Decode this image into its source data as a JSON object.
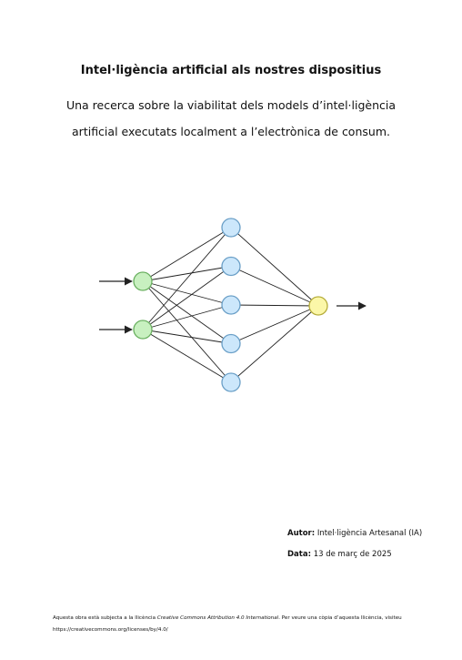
{
  "document": {
    "title": "Intel·ligència artificial als nostres dispositius",
    "subtitle_lines": [
      "Una recerca sobre la viabilitat dels models d’intel·ligència",
      "artificial executats localment a l’electrònica de consum."
    ]
  },
  "diagram": {
    "input_count": 2,
    "hidden_count": 5,
    "output_count": 1,
    "colors": {
      "input_fill": "#c8f0c0",
      "input_stroke": "#6ab060",
      "hidden_fill": "#cce7fb",
      "hidden_stroke": "#6a9fc7",
      "output_fill": "#fbf7a8",
      "output_stroke": "#b5ac3a",
      "edge": "#222222"
    }
  },
  "meta": {
    "author_label": "Autor:",
    "author_value": "Intel·ligència Artesanal (IA)",
    "date_label": "Data:",
    "date_value": "13 de març de 2025"
  },
  "license": {
    "prefix": "Aquesta obra està subjecta a la llicència ",
    "license_name": "Creative Commons Attribution 4.0 International",
    "suffix": ". Per veure una còpia d’aquesta llicència, visiteu",
    "url": "https://creativecommons.org/licenses/by/4.0/"
  }
}
